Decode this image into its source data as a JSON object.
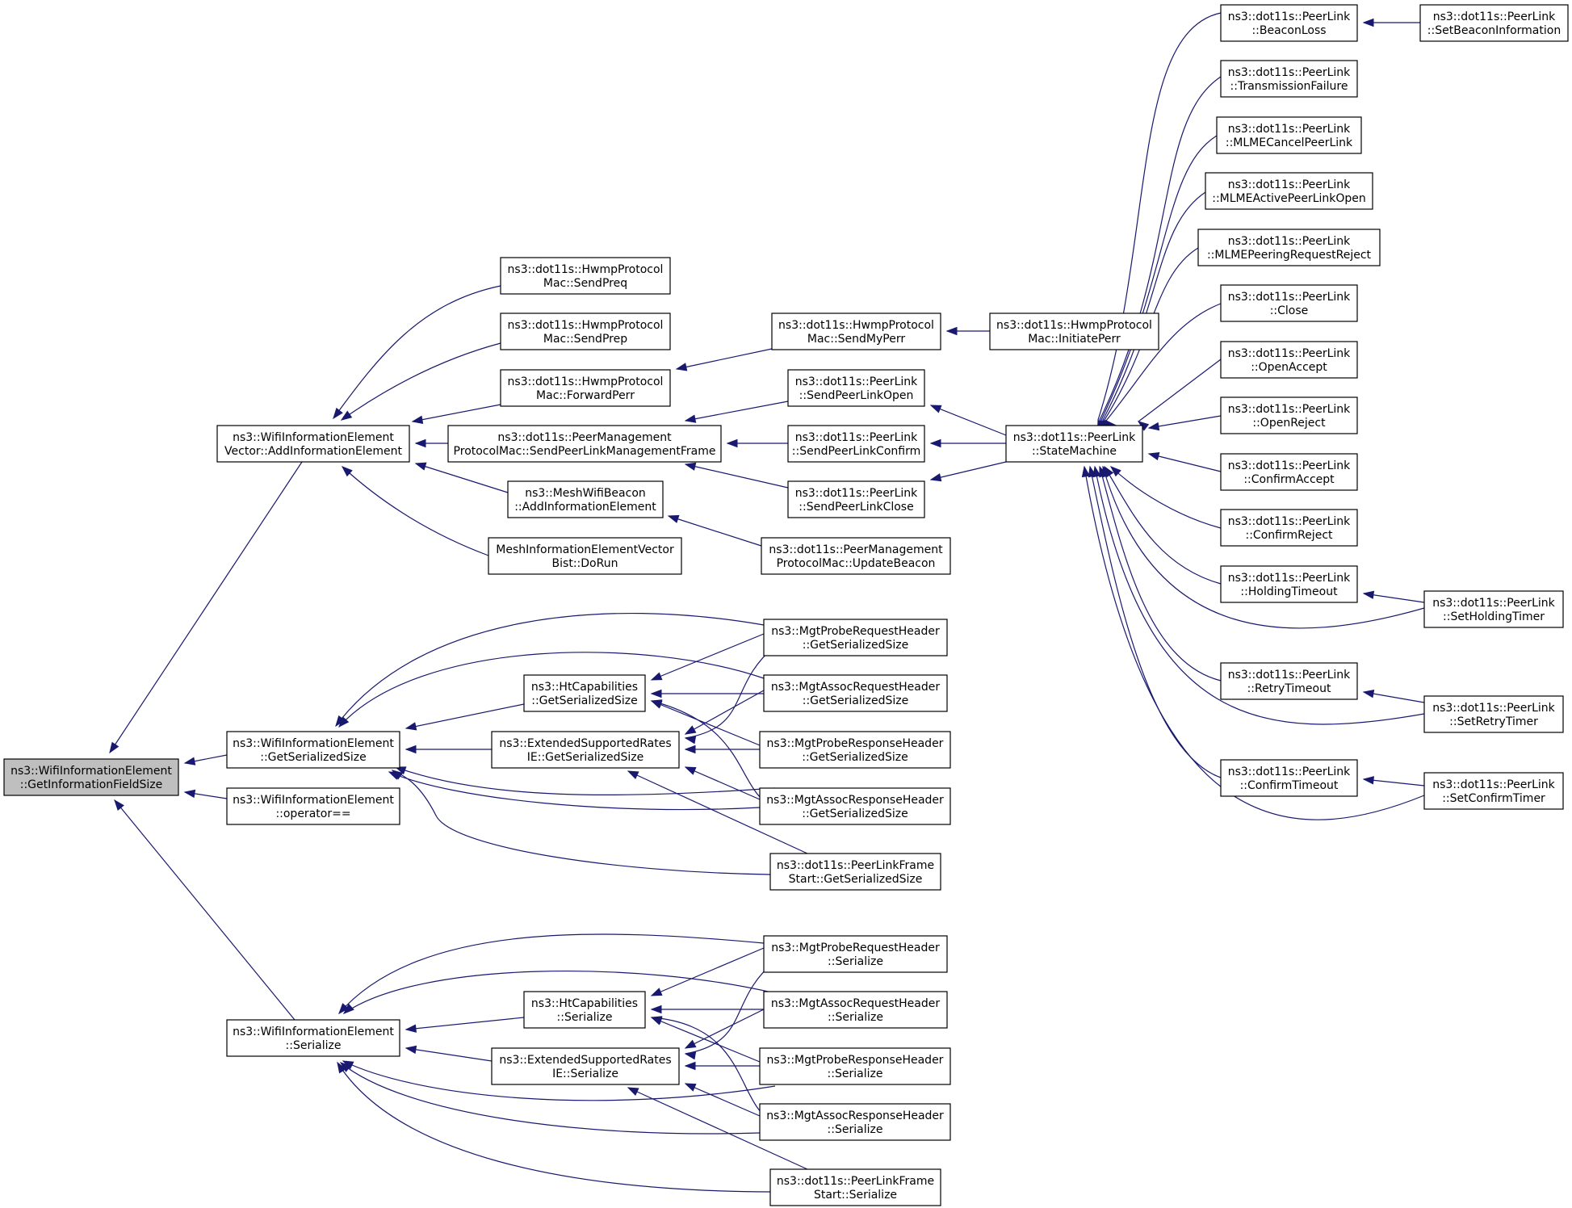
{
  "graph": {
    "colors": {
      "edge": "#191970",
      "root_fill": "#bfbfbf",
      "node_fill": "#ffffff",
      "border": "#000000"
    },
    "nodes": [
      {
        "id": "root",
        "lines": [
          "ns3::WifiInformationElement",
          "::GetInformationFieldSize"
        ],
        "root": true
      },
      {
        "id": "addInfoVec",
        "lines": [
          "ns3::WifiInformationElement",
          "Vector::AddInformationElement"
        ]
      },
      {
        "id": "getSerSize",
        "lines": [
          "ns3::WifiInformationElement",
          "::GetSerializedSize"
        ]
      },
      {
        "id": "opEq",
        "lines": [
          "ns3::WifiInformationElement",
          "::operator=="
        ]
      },
      {
        "id": "serialize",
        "lines": [
          "ns3::WifiInformationElement",
          "::Serialize"
        ]
      },
      {
        "id": "sendPreq",
        "lines": [
          "ns3::dot11s::HwmpProtocol",
          "Mac::SendPreq"
        ]
      },
      {
        "id": "sendPrep",
        "lines": [
          "ns3::dot11s::HwmpProtocol",
          "Mac::SendPrep"
        ]
      },
      {
        "id": "forwardPerr",
        "lines": [
          "ns3::dot11s::HwmpProtocol",
          "Mac::ForwardPerr"
        ]
      },
      {
        "id": "sendPLMF",
        "lines": [
          "ns3::dot11s::PeerManagement",
          "ProtocolMac::SendPeerLinkManagementFrame"
        ]
      },
      {
        "id": "meshBeaconAdd",
        "lines": [
          "ns3::MeshWifiBeacon",
          "::AddInformationElement"
        ]
      },
      {
        "id": "meshBist",
        "lines": [
          "MeshInformationElementVector",
          "Bist::DoRun"
        ]
      },
      {
        "id": "sendMyPerr",
        "lines": [
          "ns3::dot11s::HwmpProtocol",
          "Mac::SendMyPerr"
        ]
      },
      {
        "id": "initiatePerr",
        "lines": [
          "ns3::dot11s::HwmpProtocol",
          "Mac::InitiatePerr"
        ]
      },
      {
        "id": "sendPLOpen",
        "lines": [
          "ns3::dot11s::PeerLink",
          "::SendPeerLinkOpen"
        ]
      },
      {
        "id": "sendPLConfirm",
        "lines": [
          "ns3::dot11s::PeerLink",
          "::SendPeerLinkConfirm"
        ]
      },
      {
        "id": "sendPLClose",
        "lines": [
          "ns3::dot11s::PeerLink",
          "::SendPeerLinkClose"
        ]
      },
      {
        "id": "updateBeacon",
        "lines": [
          "ns3::dot11s::PeerManagement",
          "ProtocolMac::UpdateBeacon"
        ]
      },
      {
        "id": "stateMachine",
        "lines": [
          "ns3::dot11s::PeerLink",
          "::StateMachine"
        ]
      },
      {
        "id": "beaconLoss",
        "lines": [
          "ns3::dot11s::PeerLink",
          "::BeaconLoss"
        ]
      },
      {
        "id": "setBeaconInfo",
        "lines": [
          "ns3::dot11s::PeerLink",
          "::SetBeaconInformation"
        ]
      },
      {
        "id": "txFailure",
        "lines": [
          "ns3::dot11s::PeerLink",
          "::TransmissionFailure"
        ]
      },
      {
        "id": "mlmeCancel",
        "lines": [
          "ns3::dot11s::PeerLink",
          "::MLMECancelPeerLink"
        ]
      },
      {
        "id": "mlmeActive",
        "lines": [
          "ns3::dot11s::PeerLink",
          "::MLMEActivePeerLinkOpen"
        ]
      },
      {
        "id": "mlmeReject",
        "lines": [
          "ns3::dot11s::PeerLink",
          "::MLMEPeeringRequestReject"
        ]
      },
      {
        "id": "close",
        "lines": [
          "ns3::dot11s::PeerLink",
          "::Close"
        ]
      },
      {
        "id": "openAccept",
        "lines": [
          "ns3::dot11s::PeerLink",
          "::OpenAccept"
        ]
      },
      {
        "id": "openReject",
        "lines": [
          "ns3::dot11s::PeerLink",
          "::OpenReject"
        ]
      },
      {
        "id": "confirmAccept",
        "lines": [
          "ns3::dot11s::PeerLink",
          "::ConfirmAccept"
        ]
      },
      {
        "id": "confirmReject",
        "lines": [
          "ns3::dot11s::PeerLink",
          "::ConfirmReject"
        ]
      },
      {
        "id": "holdingTimeout",
        "lines": [
          "ns3::dot11s::PeerLink",
          "::HoldingTimeout"
        ]
      },
      {
        "id": "setHoldingTimer",
        "lines": [
          "ns3::dot11s::PeerLink",
          "::SetHoldingTimer"
        ]
      },
      {
        "id": "retryTimeout",
        "lines": [
          "ns3::dot11s::PeerLink",
          "::RetryTimeout"
        ]
      },
      {
        "id": "setRetryTimer",
        "lines": [
          "ns3::dot11s::PeerLink",
          "::SetRetryTimer"
        ]
      },
      {
        "id": "confirmTimeout",
        "lines": [
          "ns3::dot11s::PeerLink",
          "::ConfirmTimeout"
        ]
      },
      {
        "id": "setConfirmTimer",
        "lines": [
          "ns3::dot11s::PeerLink",
          "::SetConfirmTimer"
        ]
      },
      {
        "id": "htCapSize",
        "lines": [
          "ns3::HtCapabilities",
          "::GetSerializedSize"
        ]
      },
      {
        "id": "extRatesSize",
        "lines": [
          "ns3::ExtendedSupportedRates",
          "IE::GetSerializedSize"
        ]
      },
      {
        "id": "probeReqSize",
        "lines": [
          "ns3::MgtProbeRequestHeader",
          "::GetSerializedSize"
        ]
      },
      {
        "id": "assocReqSize",
        "lines": [
          "ns3::MgtAssocRequestHeader",
          "::GetSerializedSize"
        ]
      },
      {
        "id": "probeRespSize",
        "lines": [
          "ns3::MgtProbeResponseHeader",
          "::GetSerializedSize"
        ]
      },
      {
        "id": "assocRespSize",
        "lines": [
          "ns3::MgtAssocResponseHeader",
          "::GetSerializedSize"
        ]
      },
      {
        "id": "plFrameSize",
        "lines": [
          "ns3::dot11s::PeerLinkFrame",
          "Start::GetSerializedSize"
        ]
      },
      {
        "id": "htCapSer",
        "lines": [
          "ns3::HtCapabilities",
          "::Serialize"
        ]
      },
      {
        "id": "extRatesSer",
        "lines": [
          "ns3::ExtendedSupportedRates",
          "IE::Serialize"
        ]
      },
      {
        "id": "probeReqSer",
        "lines": [
          "ns3::MgtProbeRequestHeader",
          "::Serialize"
        ]
      },
      {
        "id": "assocReqSer",
        "lines": [
          "ns3::MgtAssocRequestHeader",
          "::Serialize"
        ]
      },
      {
        "id": "probeRespSer",
        "lines": [
          "ns3::MgtProbeResponseHeader",
          "::Serialize"
        ]
      },
      {
        "id": "assocRespSer",
        "lines": [
          "ns3::MgtAssocResponseHeader",
          "::Serialize"
        ]
      },
      {
        "id": "plFrameSer",
        "lines": [
          "ns3::dot11s::PeerLinkFrame",
          "Start::Serialize"
        ]
      }
    ],
    "edges": [
      {
        "from": "addInfoVec",
        "to": "root"
      },
      {
        "from": "getSerSize",
        "to": "root"
      },
      {
        "from": "opEq",
        "to": "root"
      },
      {
        "from": "serialize",
        "to": "root"
      },
      {
        "from": "sendPreq",
        "to": "addInfoVec"
      },
      {
        "from": "sendPrep",
        "to": "addInfoVec"
      },
      {
        "from": "forwardPerr",
        "to": "addInfoVec"
      },
      {
        "from": "sendPLMF",
        "to": "addInfoVec"
      },
      {
        "from": "meshBeaconAdd",
        "to": "addInfoVec"
      },
      {
        "from": "meshBist",
        "to": "addInfoVec"
      },
      {
        "from": "sendMyPerr",
        "to": "forwardPerr"
      },
      {
        "from": "initiatePerr",
        "to": "sendMyPerr"
      },
      {
        "from": "sendPLOpen",
        "to": "sendPLMF"
      },
      {
        "from": "sendPLConfirm",
        "to": "sendPLMF"
      },
      {
        "from": "sendPLClose",
        "to": "sendPLMF"
      },
      {
        "from": "updateBeacon",
        "to": "meshBeaconAdd"
      },
      {
        "from": "stateMachine",
        "to": "sendPLOpen"
      },
      {
        "from": "stateMachine",
        "to": "sendPLConfirm"
      },
      {
        "from": "stateMachine",
        "to": "sendPLClose"
      },
      {
        "from": "beaconLoss",
        "to": "stateMachine"
      },
      {
        "from": "txFailure",
        "to": "stateMachine"
      },
      {
        "from": "mlmeCancel",
        "to": "stateMachine"
      },
      {
        "from": "mlmeActive",
        "to": "stateMachine"
      },
      {
        "from": "mlmeReject",
        "to": "stateMachine"
      },
      {
        "from": "close",
        "to": "stateMachine"
      },
      {
        "from": "openAccept",
        "to": "stateMachine"
      },
      {
        "from": "openReject",
        "to": "stateMachine"
      },
      {
        "from": "confirmAccept",
        "to": "stateMachine"
      },
      {
        "from": "confirmReject",
        "to": "stateMachine"
      },
      {
        "from": "holdingTimeout",
        "to": "stateMachine"
      },
      {
        "from": "setHoldingTimer",
        "to": "stateMachine"
      },
      {
        "from": "retryTimeout",
        "to": "stateMachine"
      },
      {
        "from": "setRetryTimer",
        "to": "stateMachine"
      },
      {
        "from": "confirmTimeout",
        "to": "stateMachine"
      },
      {
        "from": "setConfirmTimer",
        "to": "stateMachine"
      },
      {
        "from": "setBeaconInfo",
        "to": "beaconLoss"
      },
      {
        "from": "setHoldingTimer",
        "to": "holdingTimeout"
      },
      {
        "from": "setRetryTimer",
        "to": "retryTimeout"
      },
      {
        "from": "setConfirmTimer",
        "to": "confirmTimeout"
      },
      {
        "from": "htCapSize",
        "to": "getSerSize"
      },
      {
        "from": "extRatesSize",
        "to": "getSerSize"
      },
      {
        "from": "probeReqSize",
        "to": "getSerSize"
      },
      {
        "from": "assocReqSize",
        "to": "getSerSize"
      },
      {
        "from": "probeRespSize",
        "to": "getSerSize"
      },
      {
        "from": "assocRespSize",
        "to": "getSerSize"
      },
      {
        "from": "plFrameSize",
        "to": "getSerSize"
      },
      {
        "from": "probeReqSize",
        "to": "htCapSize"
      },
      {
        "from": "assocReqSize",
        "to": "htCapSize"
      },
      {
        "from": "probeRespSize",
        "to": "htCapSize"
      },
      {
        "from": "assocRespSize",
        "to": "htCapSize"
      },
      {
        "from": "probeReqSize",
        "to": "extRatesSize"
      },
      {
        "from": "assocReqSize",
        "to": "extRatesSize"
      },
      {
        "from": "probeRespSize",
        "to": "extRatesSize"
      },
      {
        "from": "assocRespSize",
        "to": "extRatesSize"
      },
      {
        "from": "plFrameSize",
        "to": "extRatesSize"
      },
      {
        "from": "htCapSer",
        "to": "serialize"
      },
      {
        "from": "extRatesSer",
        "to": "serialize"
      },
      {
        "from": "probeReqSer",
        "to": "serialize"
      },
      {
        "from": "assocReqSer",
        "to": "serialize"
      },
      {
        "from": "probeRespSer",
        "to": "serialize"
      },
      {
        "from": "assocRespSer",
        "to": "serialize"
      },
      {
        "from": "plFrameSer",
        "to": "serialize"
      },
      {
        "from": "probeReqSer",
        "to": "htCapSer"
      },
      {
        "from": "assocReqSer",
        "to": "htCapSer"
      },
      {
        "from": "probeRespSer",
        "to": "htCapSer"
      },
      {
        "from": "assocRespSer",
        "to": "htCapSer"
      },
      {
        "from": "probeReqSer",
        "to": "extRatesSer"
      },
      {
        "from": "assocReqSer",
        "to": "extRatesSer"
      },
      {
        "from": "probeRespSer",
        "to": "extRatesSer"
      },
      {
        "from": "assocRespSer",
        "to": "extRatesSer"
      },
      {
        "from": "plFrameSer",
        "to": "extRatesSer"
      }
    ]
  }
}
